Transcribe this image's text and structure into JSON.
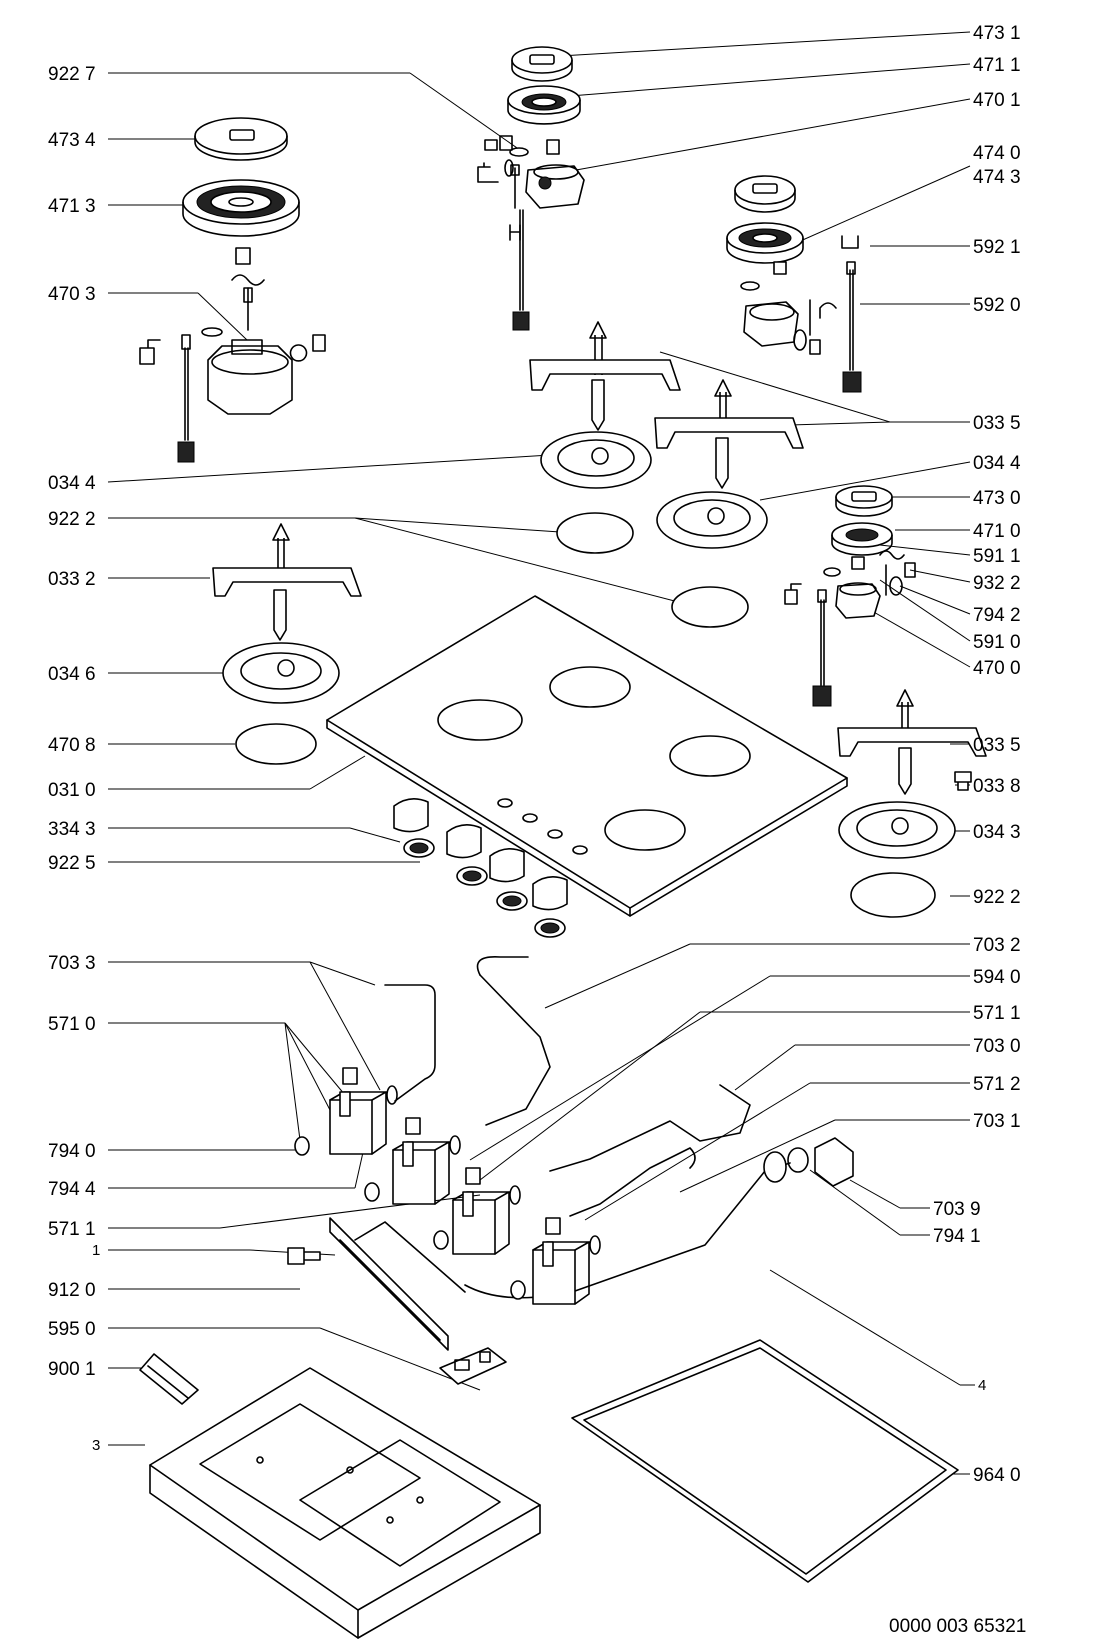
{
  "labels": {
    "l4731": "473 1",
    "l4711": "471 1",
    "l4701": "470 1",
    "l9227": "922 7",
    "l4734": "473 4",
    "l4713": "471 3",
    "l4740": "474 0",
    "l4743": "474 3",
    "l5921": "592 1",
    "l4703": "470 3",
    "l5920": "592 0",
    "l0335a": "033 5",
    "l0344a": "034 4",
    "l0344b": "034 4",
    "l4730": "473 0",
    "l9222a": "922 2",
    "l4710": "471 0",
    "l5911": "591 1",
    "l0332": "033 2",
    "l9322": "932 2",
    "l7942": "794 2",
    "l5910": "591 0",
    "l0346": "034 6",
    "l4700": "470 0",
    "l4708": "470 8",
    "l0335b": "033 5",
    "l0310": "031 0",
    "l0338": "033 8",
    "l3343": "334 3",
    "l0343": "034 3",
    "l9225": "922 5",
    "l9222b": "922 2",
    "l7033": "703 3",
    "l7032": "703 2",
    "l5940": "594 0",
    "l5710": "571 0",
    "l5711a": "571 1",
    "l7030": "703 0",
    "l5712": "571 2",
    "l7031": "703 1",
    "l7940": "794 0",
    "l7944": "794 4",
    "l7039": "703 9",
    "l5711b": "571 1",
    "l7941": "794 1",
    "l1": "1",
    "l9120": "912 0",
    "l5950": "595 0",
    "l9001": "900 1",
    "l4": "4",
    "l3": "3",
    "l9640": "964 0"
  },
  "drawing_number": "0000 003 65321"
}
